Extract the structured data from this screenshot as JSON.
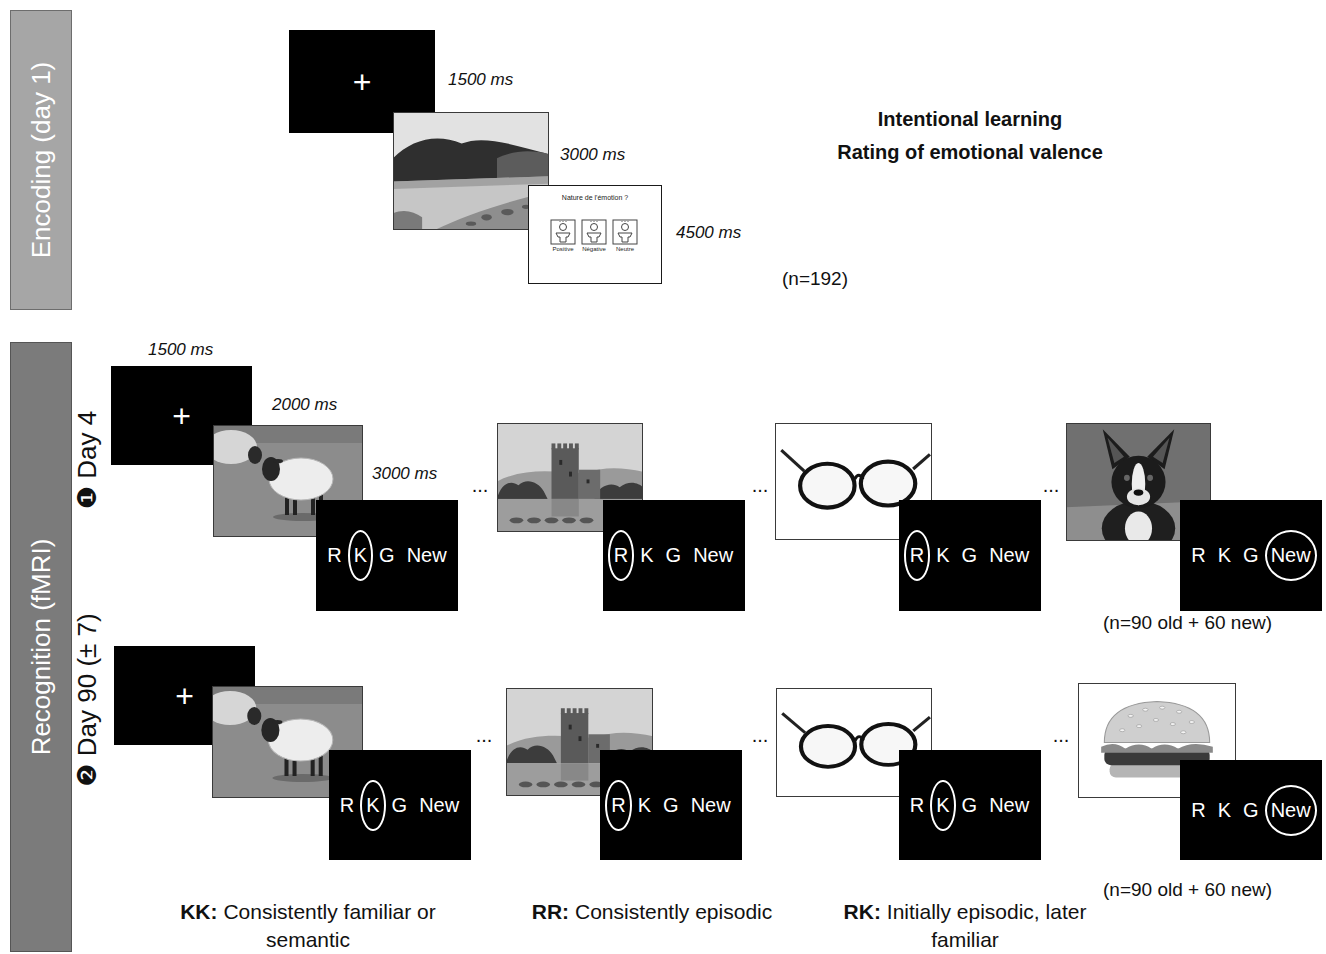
{
  "diagram": {
    "nodes": [
      {
        "text": [
          "Encoding (day 1)"
        ]
      },
      {
        "text": [
          "+"
        ]
      },
      {
        "text": [
          "Nature de l'émotion ?",
          "Positive",
          "Négative",
          "Neutre"
        ]
      },
      {
        "text": [
          "Recognition (fMRI)"
        ]
      },
      {
        "text": [
          "+"
        ]
      },
      {
        "text": [
          "R",
          "K",
          "G",
          "New"
        ]
      },
      {
        "text": [
          "R",
          "K",
          "G",
          "New"
        ]
      },
      {
        "text": [
          "R",
          "K",
          "G",
          "New"
        ]
      },
      {
        "text": [
          "R",
          "K",
          "G",
          "New"
        ]
      },
      {
        "text": [
          "+"
        ]
      },
      {
        "text": [
          "R",
          "K",
          "G",
          "New"
        ]
      },
      {
        "text": [
          "R",
          "K",
          "G",
          "New"
        ]
      },
      {
        "text": [
          "R",
          "K",
          "G",
          "New"
        ]
      },
      {
        "text": [
          "R",
          "K",
          "G",
          "New"
        ]
      }
    ],
    "labels": [
      "1500 ms",
      "Intentional learning",
      "Rating of emotional valence",
      "3000 ms",
      "4500 ms",
      "(n=192)",
      "❶ Day 4",
      "1500 ms",
      "2000 ms",
      "3000 ms",
      "...",
      "...",
      "...",
      "(n=90 old + 60 new)",
      "❷ Day 90 (± 7)",
      "...",
      "...",
      "...",
      "(n=90 old + 60 new)",
      "KK:",
      "Consistently familiar or semantic",
      "RR:",
      "Consistently episodic",
      "RK:",
      "Initially episodic, later familiar"
    ]
  }
}
